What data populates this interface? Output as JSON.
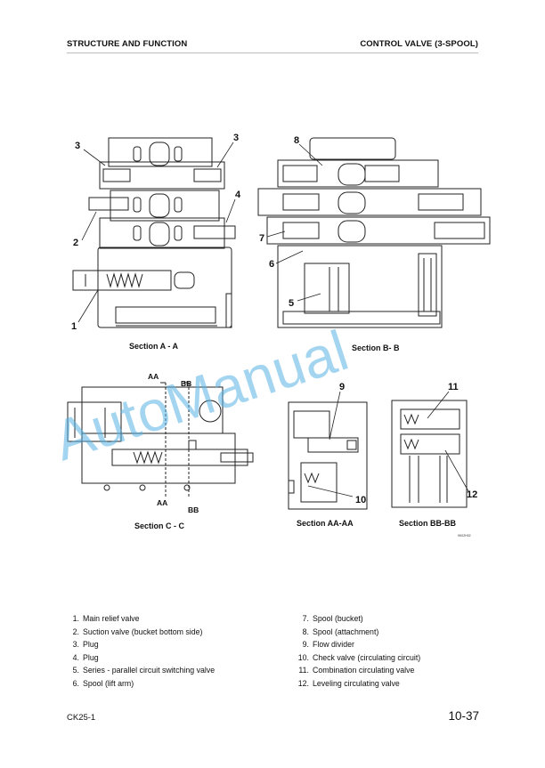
{
  "header": {
    "left": "STRUCTURE AND FUNCTION",
    "right": "CONTROL VALVE (3-SPOOL)"
  },
  "figure": {
    "captions": {
      "section_aa_top": "Section A - A",
      "section_bb_top": "Section B- B",
      "section_cc": "Section C - C",
      "section_aa_aa": "Section AA-AA",
      "section_bb_bb": "Section BB-BB"
    },
    "cut_markers": {
      "aa": "AA",
      "bb": "BB"
    },
    "callouts": {
      "c1": "1",
      "c2": "2",
      "c3a": "3",
      "c3b": "3",
      "c4": "4",
      "c5": "5",
      "c6": "6",
      "c7": "7",
      "c8": "8",
      "c9": "9",
      "c10": "10",
      "c11": "11",
      "c12": "12"
    },
    "drawing_code": "9K02H02",
    "watermark": "AutoManual"
  },
  "legend": {
    "left": [
      {
        "n": "1.",
        "text": "Main relief valve"
      },
      {
        "n": "2.",
        "text": "Suction valve (bucket bottom side)"
      },
      {
        "n": "3.",
        "text": "Plug"
      },
      {
        "n": "4.",
        "text": "Plug"
      },
      {
        "n": "5.",
        "text": "Series  - parallel circuit switching valve"
      },
      {
        "n": "6.",
        "text": "Spool (lift arm)"
      }
    ],
    "right": [
      {
        "n": "7.",
        "text": "Spool (bucket)"
      },
      {
        "n": "8.",
        "text": "Spool (attachment)"
      },
      {
        "n": "9.",
        "text": "Flow divider"
      },
      {
        "n": "10.",
        "text": "Check valve (circulating circuit)"
      },
      {
        "n": "11.",
        "text": "Combination circulating valve"
      },
      {
        "n": "12.",
        "text": "Leveling circulating valve"
      }
    ]
  },
  "footer": {
    "model": "CK25-1",
    "page": "10-37"
  }
}
